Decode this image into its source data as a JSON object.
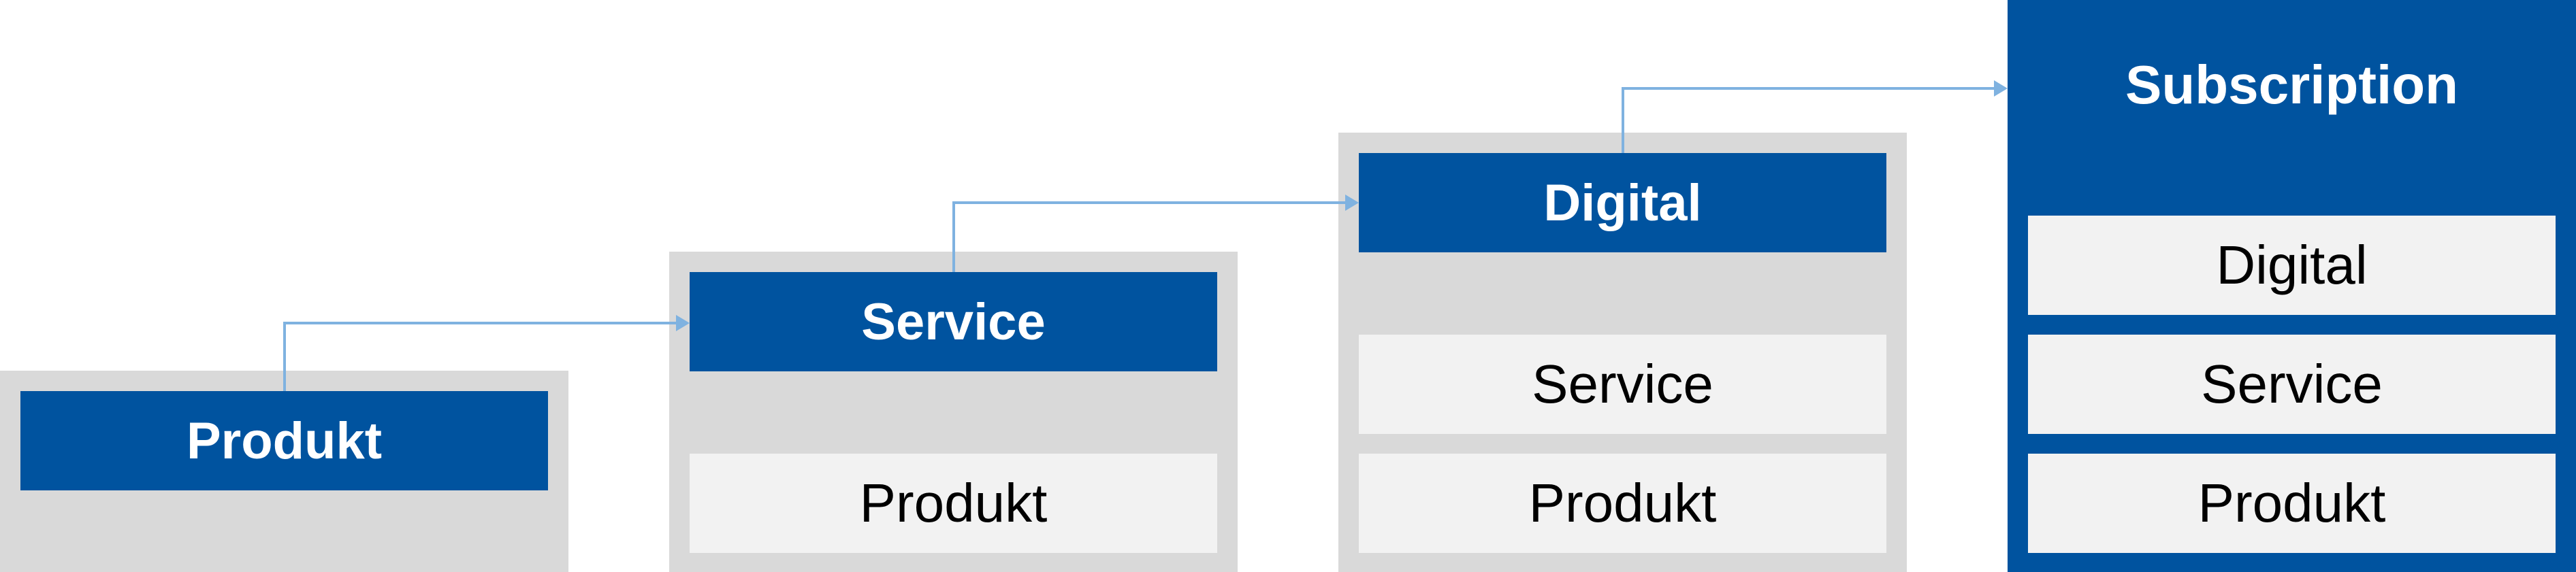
{
  "stages": [
    {
      "title": "Produkt",
      "items": []
    },
    {
      "title": "Service",
      "items": [
        "Produkt"
      ]
    },
    {
      "title": "Digital",
      "items": [
        "Service",
        "Produkt"
      ]
    },
    {
      "title": "Subscription",
      "items": [
        "Digital",
        "Service",
        "Produkt"
      ]
    }
  ],
  "colors": {
    "primary": "#00539f",
    "stage_background": "#d9d9d9",
    "item_background": "#f2f2f2",
    "arrow": "#7fb2e0"
  }
}
